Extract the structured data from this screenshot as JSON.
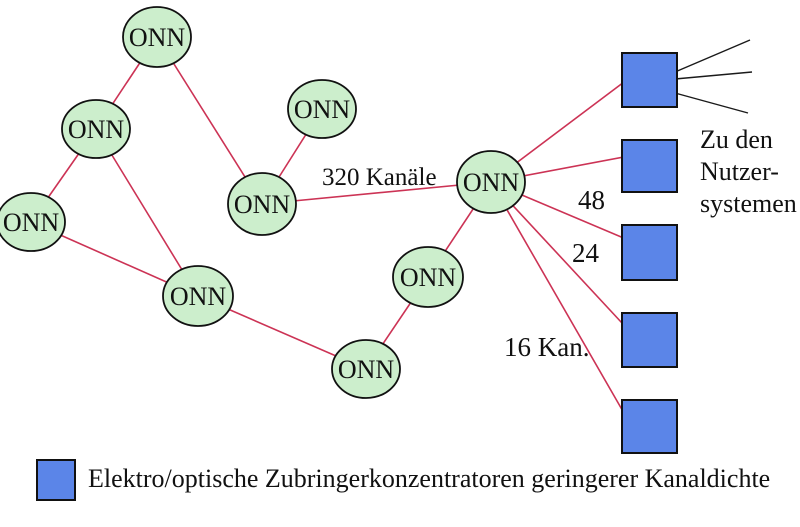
{
  "diagram": {
    "nodes": [
      {
        "id": "onn-top",
        "label": "ONN"
      },
      {
        "id": "onn-upper-left",
        "label": "ONN"
      },
      {
        "id": "onn-left",
        "label": "ONN"
      },
      {
        "id": "onn-mid-left",
        "label": "ONN"
      },
      {
        "id": "onn-bottom",
        "label": "ONN"
      },
      {
        "id": "onn-center",
        "label": "ONN"
      },
      {
        "id": "onn-upper-mid",
        "label": "ONN"
      },
      {
        "id": "onn-hub",
        "label": "ONN"
      },
      {
        "id": "onn-below-hub",
        "label": "ONN"
      }
    ],
    "labels": {
      "trunk_capacity": "320 Kanäle",
      "feeder_48": "48",
      "feeder_24": "24",
      "feeder_16": "16 Kan.",
      "user_destination_line1": "Zu den",
      "user_destination_line2": "Nutzer-",
      "user_destination_line3": "systemen"
    },
    "legend": {
      "label": "Elektro/optische Zubringerkonzentratoren geringerer Kanaldichte"
    },
    "colors": {
      "node_fill": "#cceecc",
      "link_red": "#cc3355",
      "concentrator_blue": "#5b85e8",
      "line_black": "#1a1a1a"
    }
  }
}
